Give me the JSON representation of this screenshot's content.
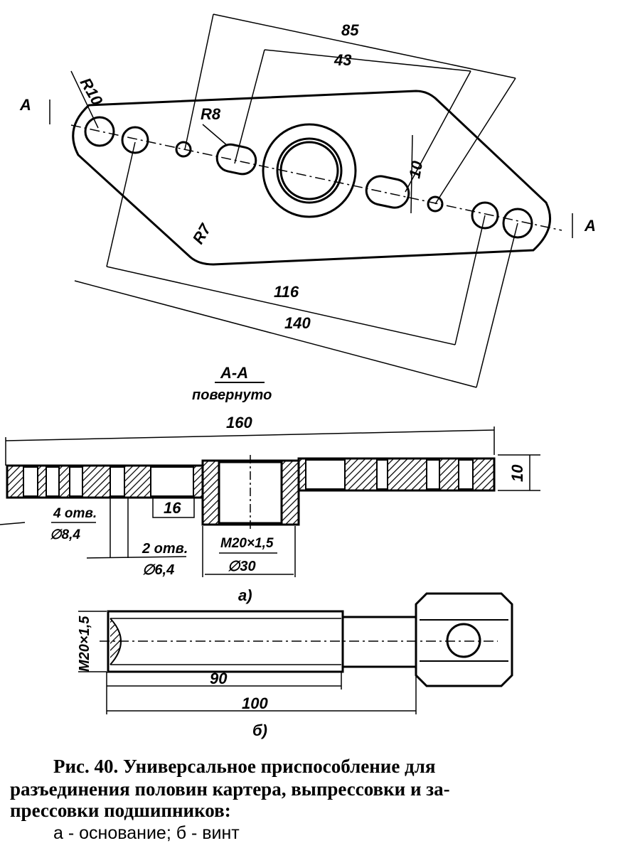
{
  "plan_view": {
    "dim_85": "85",
    "dim_43": "43",
    "dim_116": "116",
    "dim_140": "140",
    "dim_10": "10",
    "radius_r10": "R10",
    "radius_r8": "R8",
    "radius_r7": "R7",
    "section_mark_left": "A",
    "section_mark_right": "A"
  },
  "section_view": {
    "title": "A-A",
    "subtitle": "повернуто",
    "dim_160": "160",
    "dim_10": "10",
    "dim_16": "16",
    "holes_4_label": "4 отв.",
    "holes_4_dia": "∅8,4",
    "holes_2_label": "2 отв.",
    "holes_2_dia": "∅6,4",
    "thread": "M20×1,5",
    "dia_30": "∅30",
    "label": "а)"
  },
  "screw_view": {
    "thread": "M20×1,5",
    "dim_90": "90",
    "dim_100": "100",
    "label": "б)"
  },
  "caption": {
    "line1": "Рис. 40. Универсальное приспособление для",
    "line2": "разъединения половин картера, выпрессовки и за-",
    "line3": "прессовки подшипников:",
    "line4": "а - основание; б - винт"
  }
}
